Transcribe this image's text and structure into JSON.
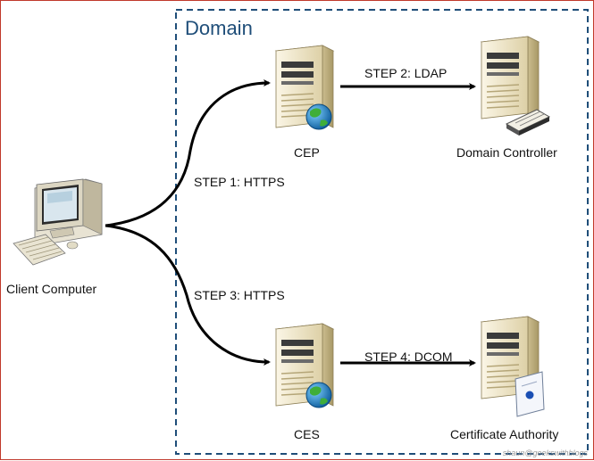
{
  "domain": {
    "title": "Domain"
  },
  "nodes": {
    "client": {
      "label": "Client Computer"
    },
    "cep": {
      "label": "CEP"
    },
    "domain_controller": {
      "label": "Domain Controller"
    },
    "ces": {
      "label": "CES"
    },
    "certificate_authority": {
      "label": "Certificate Authority"
    }
  },
  "edges": {
    "step1": {
      "label": "STEP 1: HTTPS"
    },
    "step2": {
      "label": "STEP 2: LDAP"
    },
    "step3": {
      "label": "STEP 3: HTTPS"
    },
    "step4": {
      "label": "STEP 4: DCOM"
    }
  },
  "watermark": "shaun@geekswithblogs",
  "colors": {
    "domain_border": "#1f4e79",
    "server_body": "#efe6cc",
    "globe": "#1e88c8",
    "arrow": "#000000"
  }
}
